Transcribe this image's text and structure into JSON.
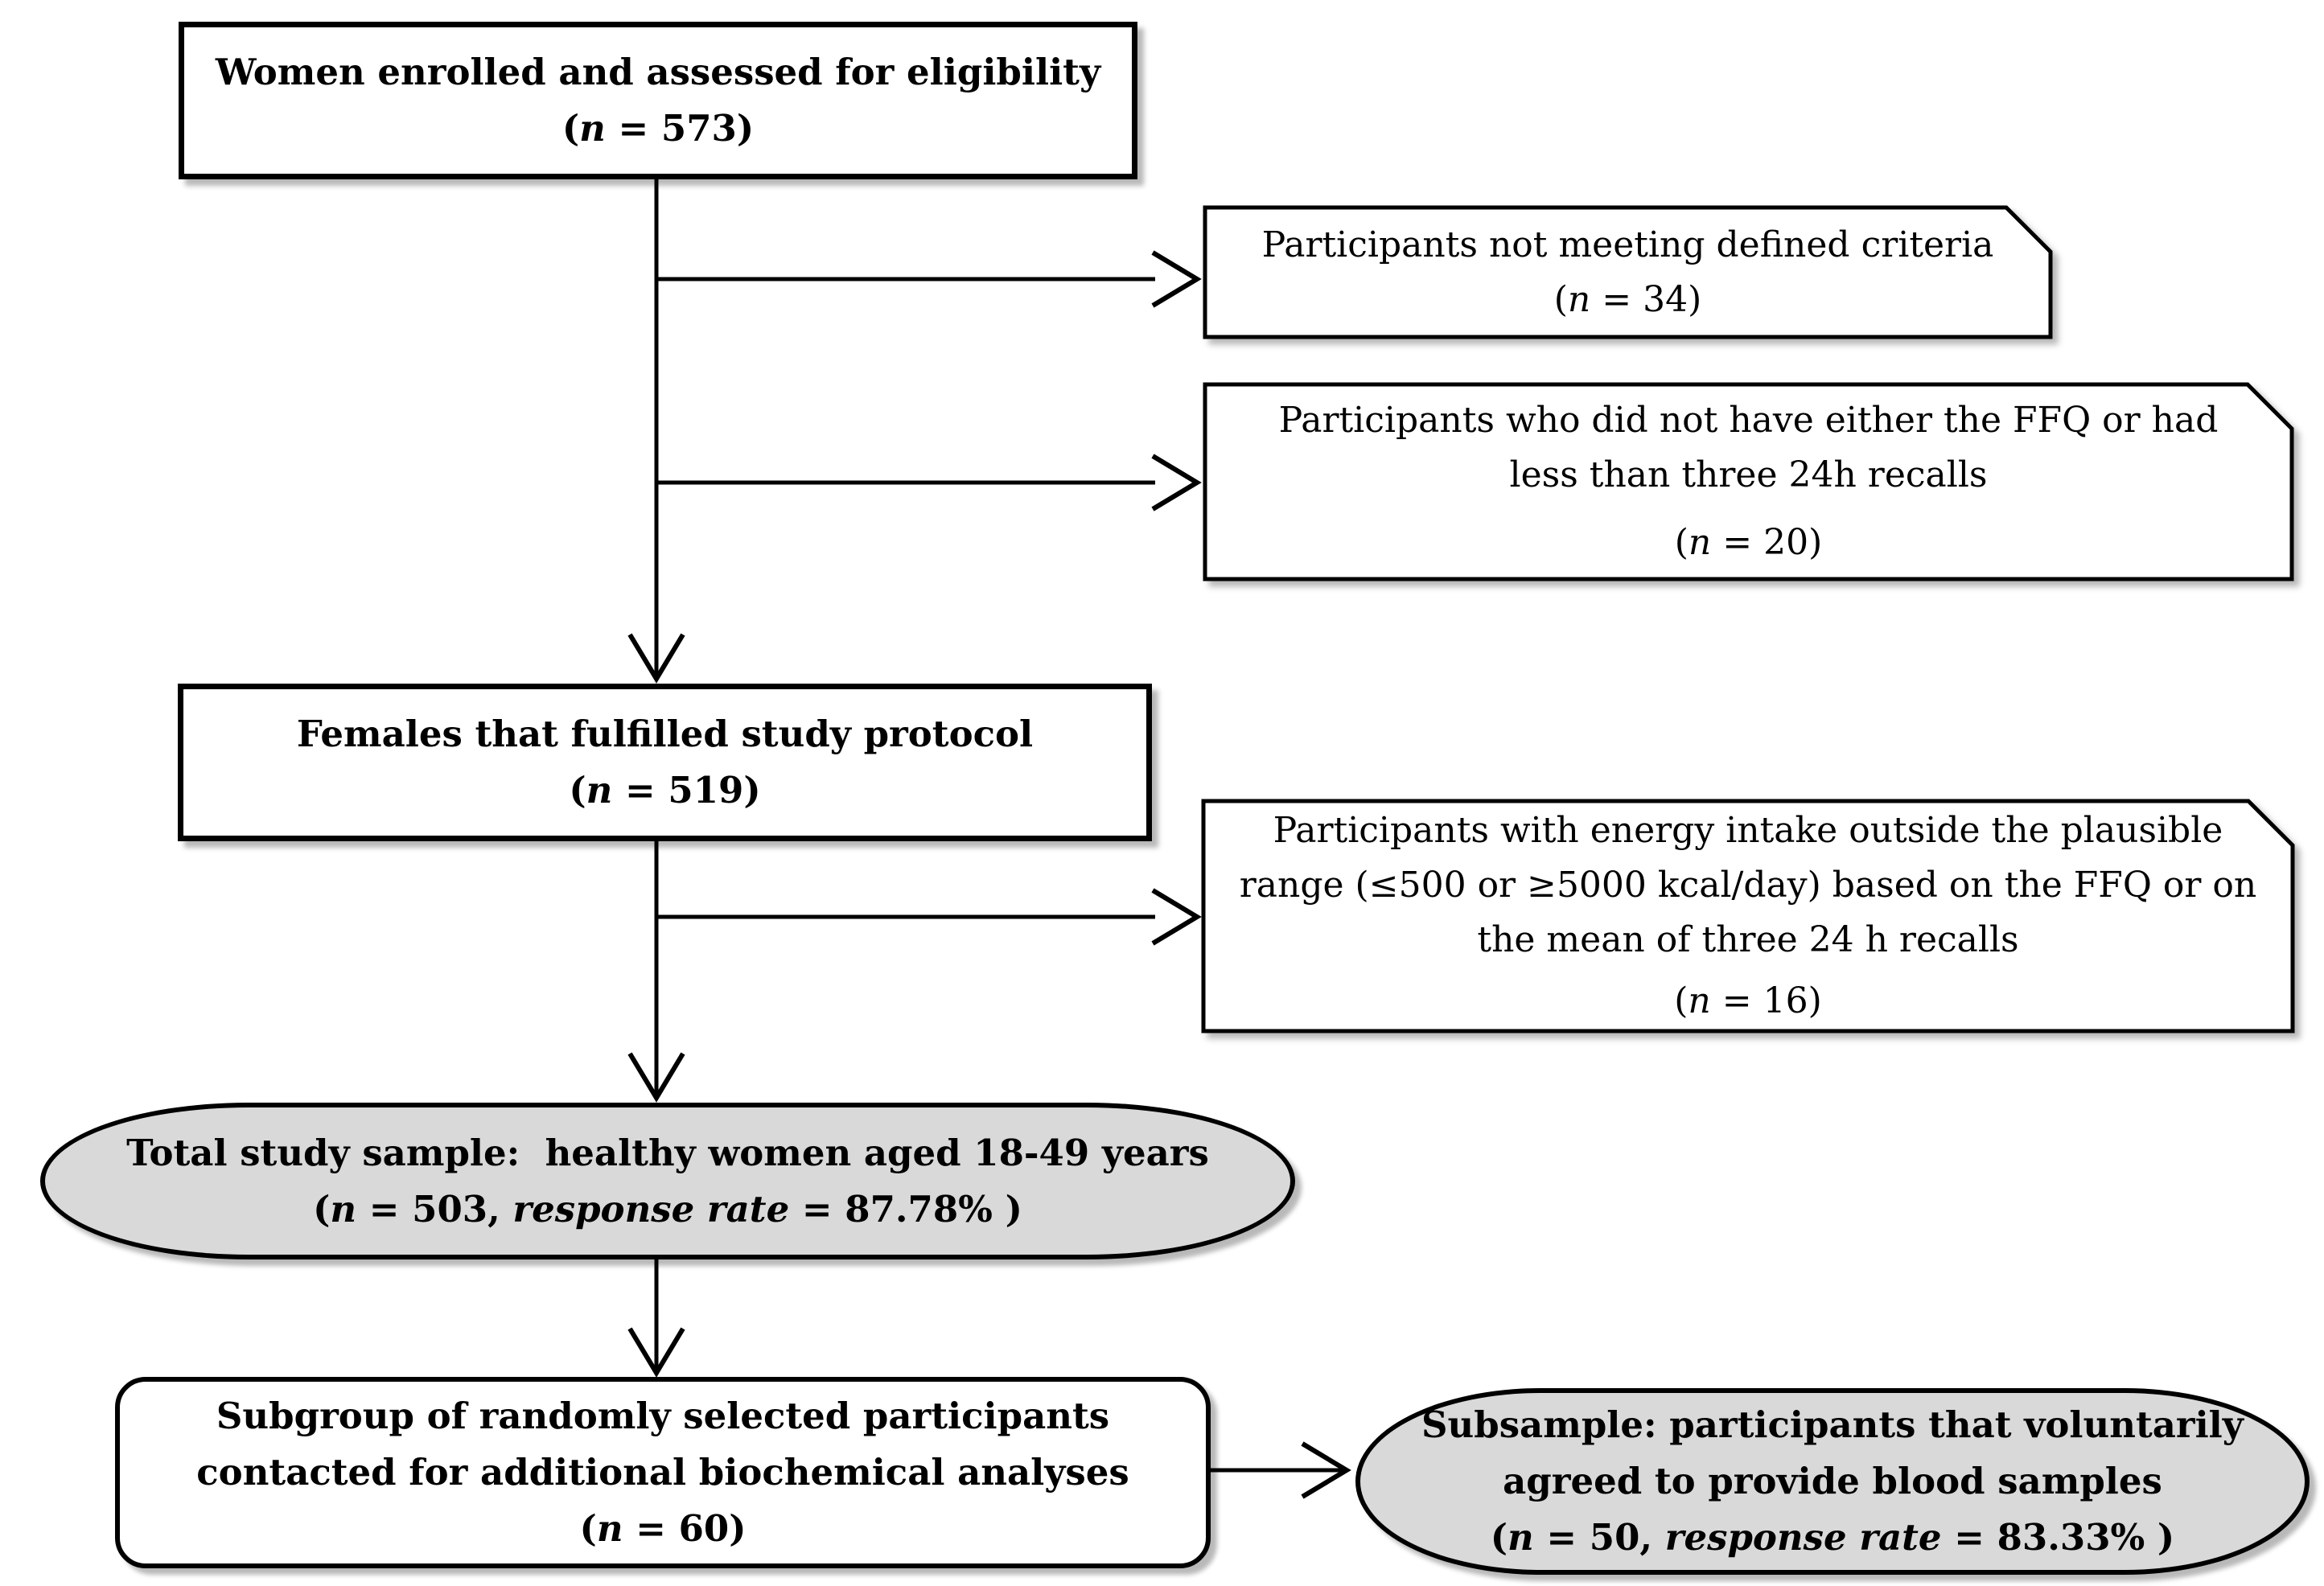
{
  "colors": {
    "ink": "#000000",
    "box_fill": "#ffffff",
    "highlight_fill": "#d9d9d9"
  },
  "nodes": {
    "enrolled": {
      "lines": [
        "Women enrolled and assessed for eligibility"
      ],
      "stat": {
        "open": "(",
        "n": "n",
        "close": " = 573)"
      }
    },
    "excluded_criteria": {
      "lines": [
        "Participants not meeting defined criteria"
      ],
      "stat": {
        "open": "(",
        "n": "n",
        "close": " = 34)"
      }
    },
    "excluded_ffq": {
      "lines": [
        "Participants who did not have either the FFQ or had",
        "less than three 24h recalls"
      ],
      "stat": {
        "open": "(",
        "n": "n",
        "close": " = 20)"
      }
    },
    "fulfilled": {
      "lines": [
        "Females that fulfilled study protocol"
      ],
      "stat": {
        "open": "(",
        "n": "n",
        "close": " = 519)"
      }
    },
    "excluded_energy": {
      "lines": [
        "Participants with energy intake outside the plausible",
        "range (≤500 or ≥5000 kcal/day) based on the FFQ or on",
        "the mean of three 24 h recalls"
      ],
      "stat": {
        "open": "(",
        "n": "n",
        "close": " = 16)"
      }
    },
    "total_sample": {
      "lines": [
        "Total study sample:  healthy women aged 18-49 years"
      ],
      "stat": {
        "open": "(",
        "n": "n",
        "mid": " = 503, ",
        "rr": "response rate",
        "close": " = 87.78% )"
      }
    },
    "subgroup": {
      "lines": [
        "Subgroup of randomly selected participants",
        "contacted for additional biochemical analyses"
      ],
      "stat": {
        "open": "(",
        "n": "n",
        "close": " = 60)"
      }
    },
    "subsample": {
      "lines": [
        "Subsample: participants that voluntarily",
        "agreed to provide blood samples"
      ],
      "stat": {
        "open": "(",
        "n": "n",
        "mid": " = 50, ",
        "rr": "response rate",
        "close": " = 83.33% )"
      }
    }
  }
}
